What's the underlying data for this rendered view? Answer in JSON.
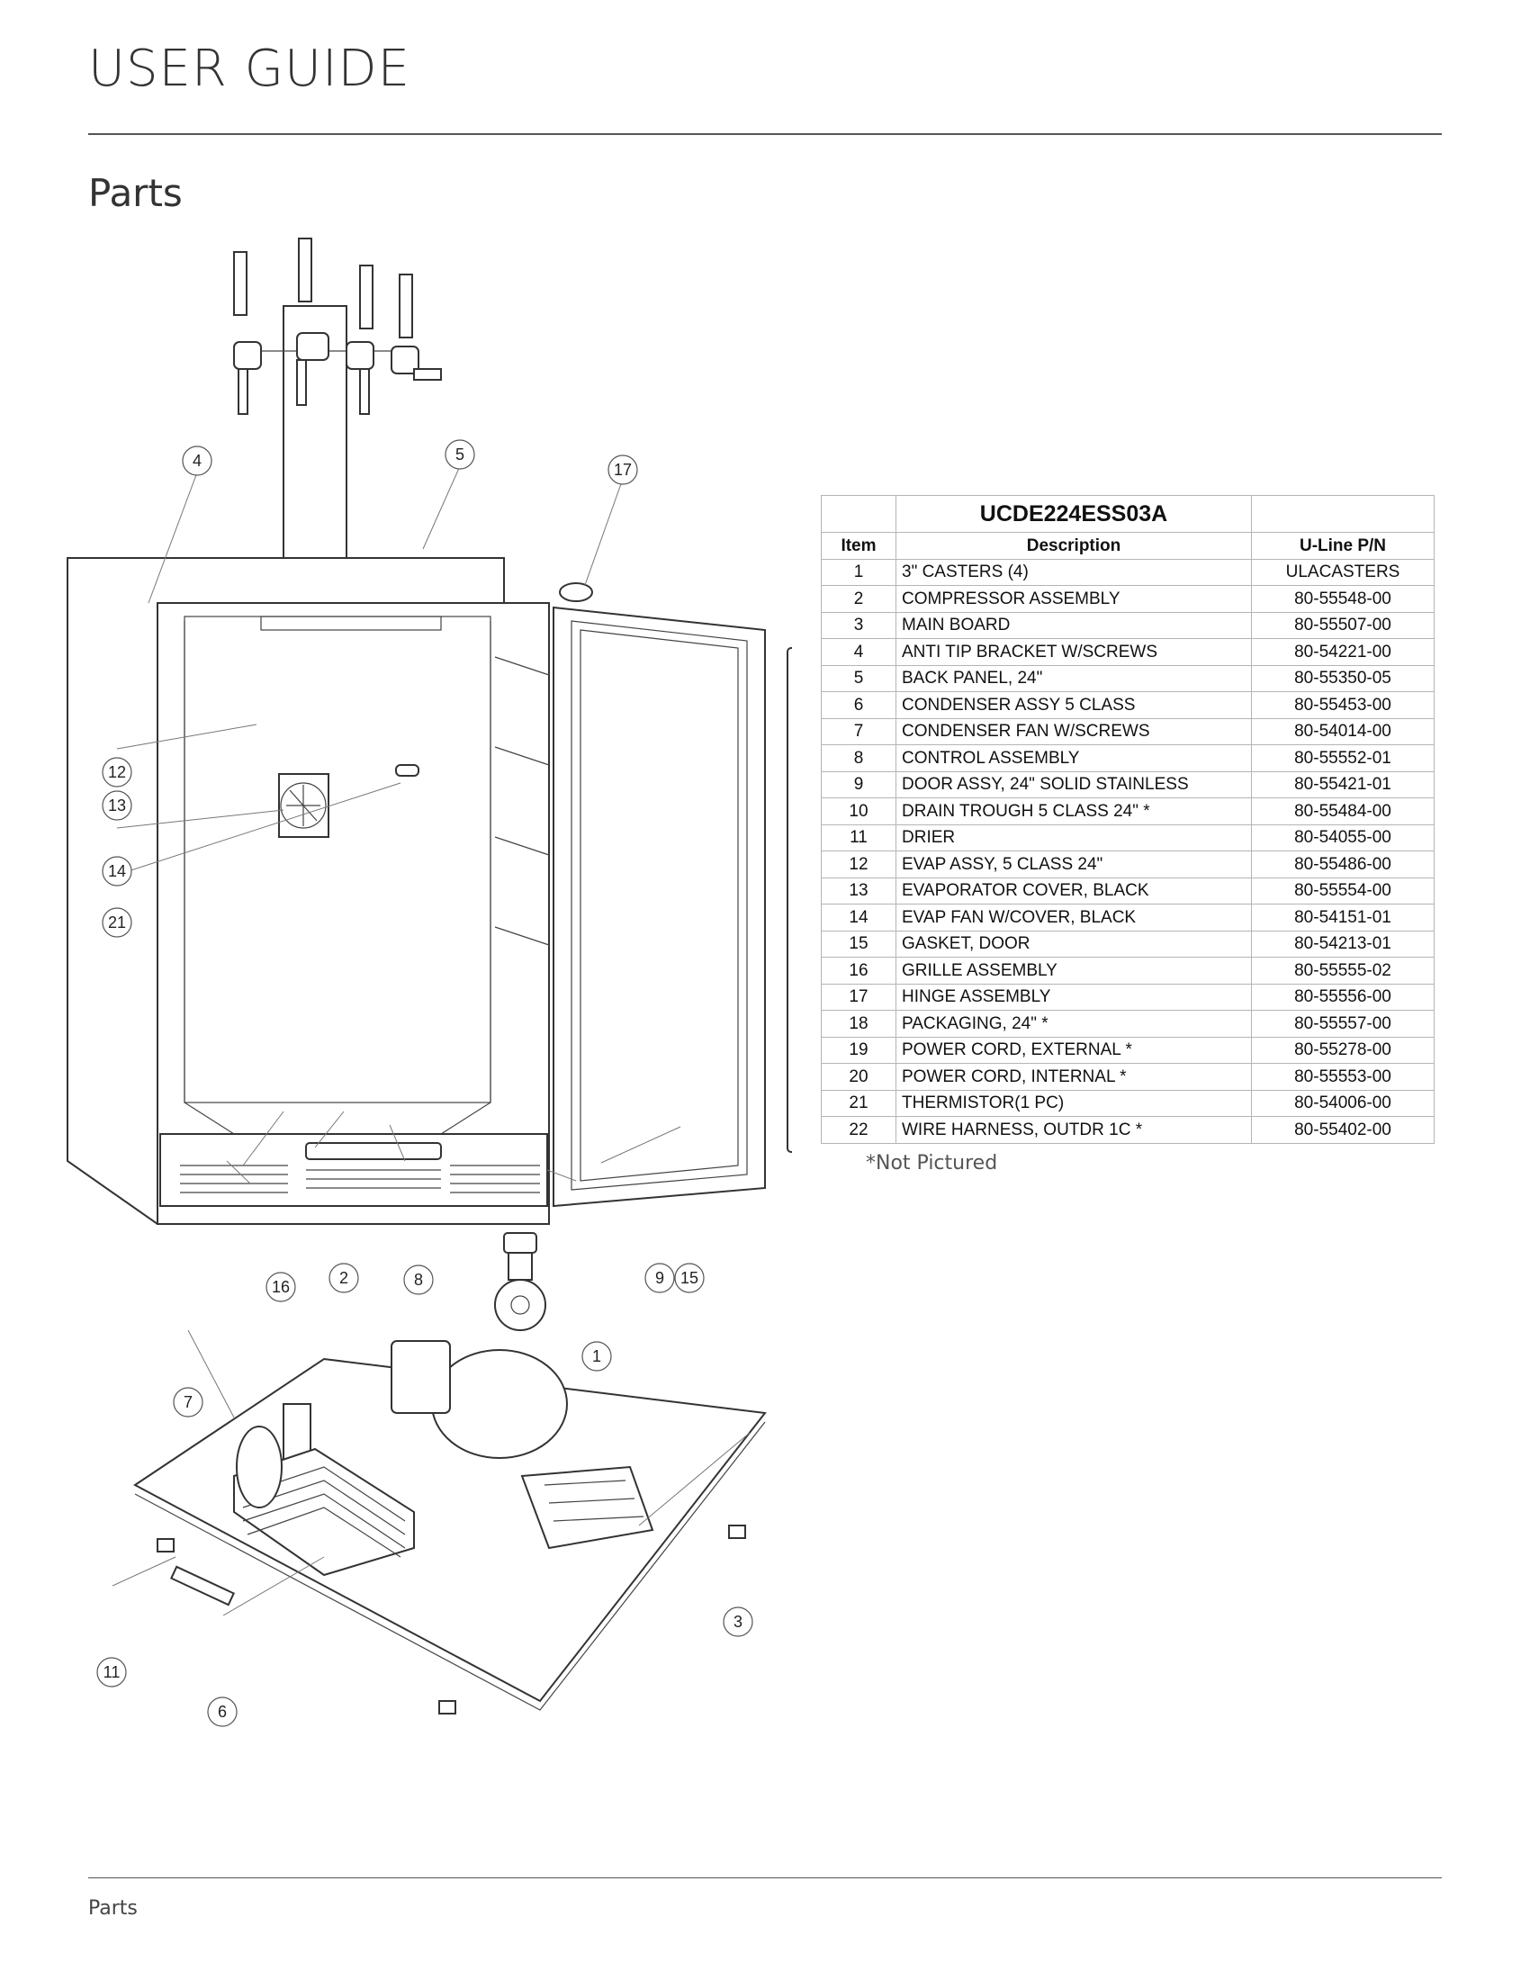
{
  "header": {
    "title": "USER GUIDE"
  },
  "section": {
    "title": "Parts"
  },
  "table": {
    "model": "UCDE224ESS03A",
    "columns": [
      "Item",
      "Description",
      "U-Line P/N"
    ],
    "rows": [
      {
        "item": "1",
        "desc": "3\" CASTERS (4)",
        "pn": "ULACASTERS"
      },
      {
        "item": "2",
        "desc": "COMPRESSOR ASSEMBLY",
        "pn": "80-55548-00"
      },
      {
        "item": "3",
        "desc": "MAIN BOARD",
        "pn": "80-55507-00"
      },
      {
        "item": "4",
        "desc": "ANTI TIP BRACKET W/SCREWS",
        "pn": "80-54221-00"
      },
      {
        "item": "5",
        "desc": "BACK PANEL, 24\"",
        "pn": "80-55350-05"
      },
      {
        "item": "6",
        "desc": "CONDENSER ASSY 5 CLASS",
        "pn": "80-55453-00"
      },
      {
        "item": "7",
        "desc": "CONDENSER FAN W/SCREWS",
        "pn": "80-54014-00"
      },
      {
        "item": "8",
        "desc": "CONTROL ASSEMBLY",
        "pn": "80-55552-01"
      },
      {
        "item": "9",
        "desc": "DOOR ASSY, 24\" SOLID STAINLESS",
        "pn": "80-55421-01"
      },
      {
        "item": "10",
        "desc": "DRAIN TROUGH 5 CLASS 24\" *",
        "pn": "80-55484-00"
      },
      {
        "item": "11",
        "desc": "DRIER",
        "pn": "80-54055-00"
      },
      {
        "item": "12",
        "desc": "EVAP ASSY, 5 CLASS 24\"",
        "pn": "80-55486-00"
      },
      {
        "item": "13",
        "desc": "EVAPORATOR COVER, BLACK",
        "pn": "80-55554-00"
      },
      {
        "item": "14",
        "desc": "EVAP FAN W/COVER, BLACK",
        "pn": "80-54151-01"
      },
      {
        "item": "15",
        "desc": "GASKET, DOOR",
        "pn": "80-54213-01"
      },
      {
        "item": "16",
        "desc": "GRILLE ASSEMBLY",
        "pn": "80-55555-02"
      },
      {
        "item": "17",
        "desc": "HINGE ASSEMBLY",
        "pn": "80-55556-00"
      },
      {
        "item": "18",
        "desc": "PACKAGING, 24\" *",
        "pn": "80-55557-00"
      },
      {
        "item": "19",
        "desc": "POWER CORD, EXTERNAL *",
        "pn": "80-55278-00"
      },
      {
        "item": "20",
        "desc": "POWER CORD, INTERNAL *",
        "pn": "80-55553-00"
      },
      {
        "item": "21",
        "desc": "THERMISTOR(1 PC)",
        "pn": "80-54006-00"
      },
      {
        "item": "22",
        "desc": "WIRE HARNESS, OUTDR 1C *",
        "pn": "80-55402-00"
      }
    ],
    "footnote": "*Not Pictured"
  },
  "diagram": {
    "callouts": [
      {
        "label": "4"
      },
      {
        "label": "5"
      },
      {
        "label": "17"
      },
      {
        "label": "12"
      },
      {
        "label": "13"
      },
      {
        "label": "14"
      },
      {
        "label": "21"
      },
      {
        "label": "16"
      },
      {
        "label": "2"
      },
      {
        "label": "8"
      },
      {
        "label": "9"
      },
      {
        "label": "15"
      },
      {
        "label": "1"
      },
      {
        "label": "7"
      },
      {
        "label": "3"
      },
      {
        "label": "11"
      },
      {
        "label": "6"
      }
    ]
  },
  "footer": {
    "label": "Parts"
  }
}
